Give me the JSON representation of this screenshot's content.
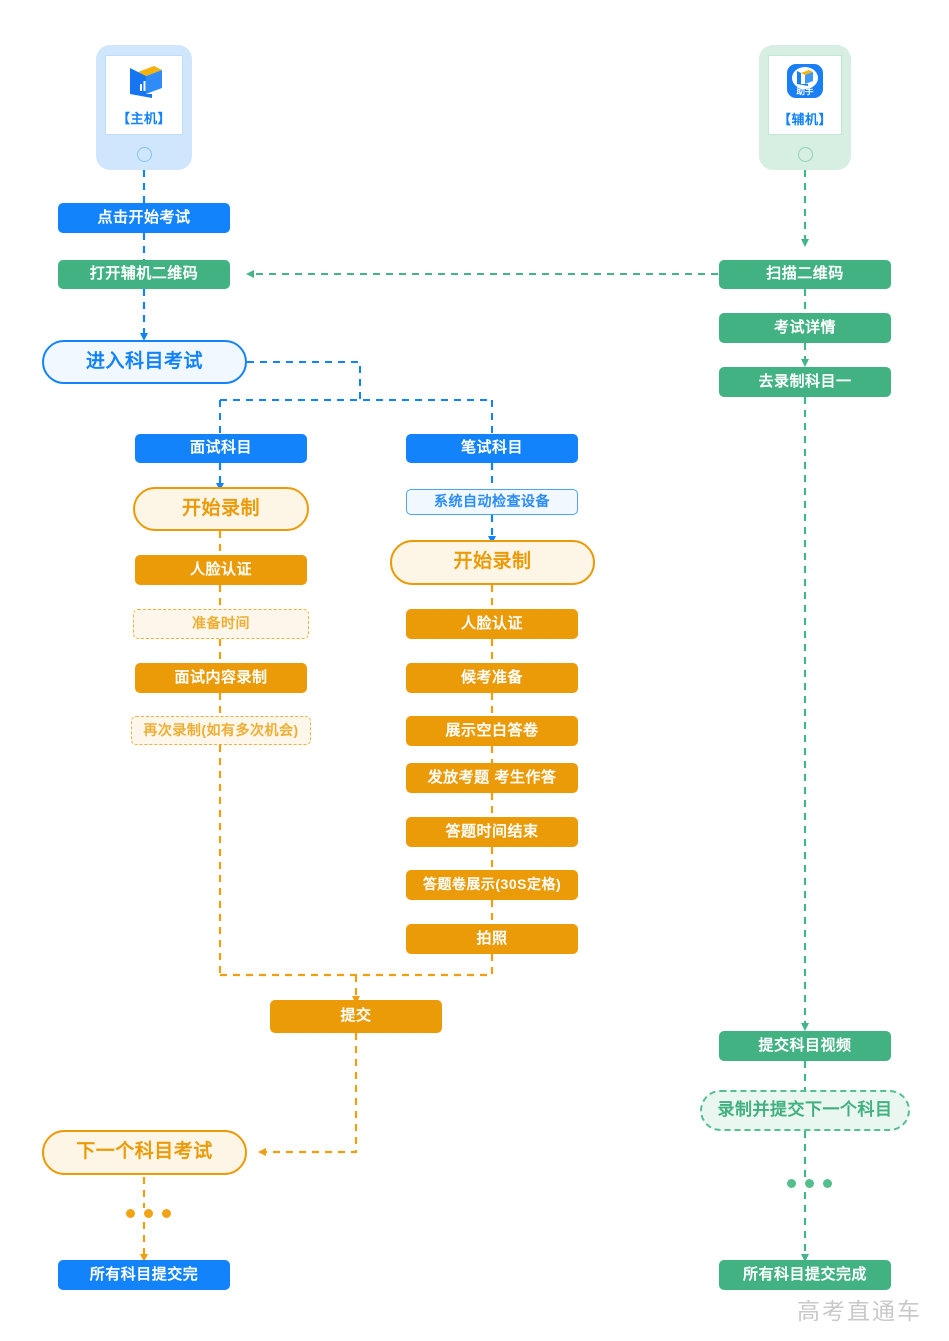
{
  "devices": {
    "host": {
      "label": "【主机】",
      "icon": "host-app-logo-icon",
      "color": "#cfe6fd"
    },
    "aux": {
      "label": "【辅机】",
      "icon": "assistant-app-logo-icon",
      "badge": "助手",
      "color": "#d6efe2"
    }
  },
  "host_flow": {
    "start_exam": "点击开始考试",
    "open_qr": "打开辅机二维码",
    "enter_subject_exam": "进入科目考试",
    "next_subject_exam": "下一个科目考试",
    "all_submitted": "所有科目提交完"
  },
  "interview_branch": {
    "title": "面试科目",
    "start_record": "开始录制",
    "steps": [
      "人脸认证",
      "准备时间",
      "面试内容录制",
      "再次录制(如有多次机会)"
    ]
  },
  "written_branch": {
    "title": "笔试科目",
    "device_check": "系统自动检查设备",
    "start_record": "开始录制",
    "steps": [
      "人脸认证",
      "候考准备",
      "展示空白答卷",
      "发放考题 考生作答",
      "答题时间结束",
      "答题卷展示(30S定格)",
      "拍照"
    ]
  },
  "submit": {
    "label": "提交"
  },
  "aux_flow": {
    "scan_qr": "扫描二维码",
    "exam_detail": "考试详情",
    "record_subject_one": "去录制科目一",
    "submit_subject_video": "提交科目视频",
    "record_submit_next": "录制并提交下一个科目",
    "all_submitted": "所有科目提交完成"
  },
  "watermark": {
    "text": "高考直通车"
  },
  "colors": {
    "blue": "#1283fb",
    "green": "#42b283",
    "orange": "#eb9b08",
    "orange_dash": "#eeb13f",
    "blue_light_bg": "#f2f8ff",
    "orange_light_bg": "#fdf5e6",
    "green_light_bg": "#eaf7f1"
  }
}
